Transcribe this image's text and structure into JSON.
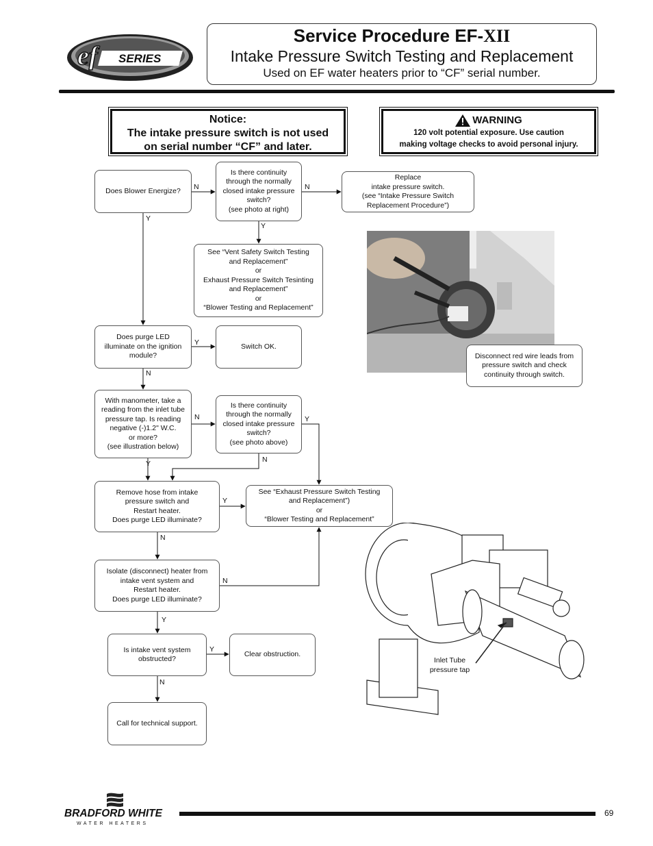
{
  "header": {
    "logo_text": "SERIES",
    "title_main": "Service Procedure EF-",
    "title_suffix": "XII",
    "subtitle": "Intake Pressure Switch Testing and Replacement",
    "note": "Used on EF water heaters prior to “CF” serial number."
  },
  "notice": {
    "heading": "Notice:",
    "line1": "The intake pressure switch is not used",
    "line2": "on serial number “CF” and later."
  },
  "warning": {
    "heading": "WARNING",
    "line1": "120 volt potential exposure. Use caution",
    "line2": "making voltage checks to avoid personal injury."
  },
  "flow": {
    "blower": "Does Blower Energize?",
    "continuity1": "Is there continuity\nthrough the normally\nclosed intake pressure\nswitch?\n(see photo at right)",
    "replace": "Replace\nintake pressure switch.\n(see “Intake Pressure Switch\nReplacement Procedure”)",
    "see_vent": "See “Vent Safety Switch Testing\nand Replacement”\nor\nExhaust Pressure Switch Tesinting\nand Replacement”\nor\n“Blower Testing and Replacement”",
    "purge_led": "Does purge LED\nilluminate on the ignition\nmodule?",
    "switch_ok": "Switch OK.",
    "manometer": "With manometer, take a\nreading from the inlet tube\npressure tap. Is reading\nnegative (-)1.2\" W.C.\nor more?\n(see illustration below)",
    "continuity2": "Is there continuity\nthrough the normally\nclosed intake pressure\nswitch?\n(see photo above)",
    "remove_hose": "Remove hose from intake\npressure switch and\nRestart heater.\nDoes purge LED illuminate?",
    "see_exhaust": "See “Exhaust Pressure Switch Testing\nand Replacement”)\nor\n“Blower Testing and Replacement”",
    "isolate": "Isolate (disconnect) heater from\nintake vent system and\nRestart heater.\nDoes purge LED illuminate?",
    "obstructed": "Is intake vent system\nobstructed?",
    "clear": "Clear obstruction.",
    "call": "Call for technical support."
  },
  "labels": {
    "yes": "Y",
    "no": "N"
  },
  "photo_caption": "Disconnect red wire leads from\npressure switch and check\ncontinuity through switch.",
  "illustration_caption": "Inlet Tube\npressure tap",
  "footer": {
    "brand": "BRADFORD WHITE",
    "brand_sub": "WATER HEATERS",
    "page_number": "69"
  },
  "colors": {
    "ink": "#111111",
    "box_border": "#555555"
  }
}
